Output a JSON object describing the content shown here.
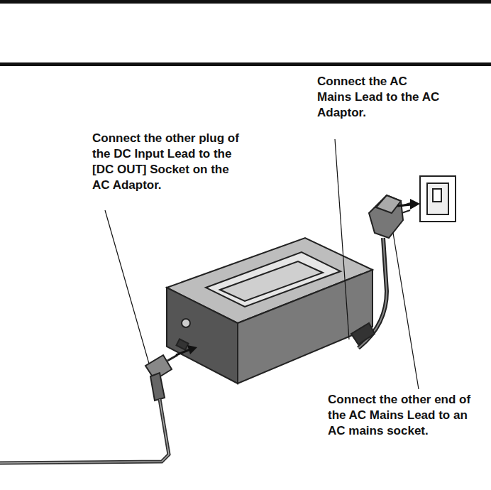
{
  "diagram": {
    "labels": [
      "Connect the AC Mains Lead to the AC Adaptor.",
      "Connect the other plug of the DC Input Lead to the [DC OUT] Socket on the AC Adaptor.",
      "Connect the other end of the AC Mains Lead to an AC mains socket."
    ]
  }
}
